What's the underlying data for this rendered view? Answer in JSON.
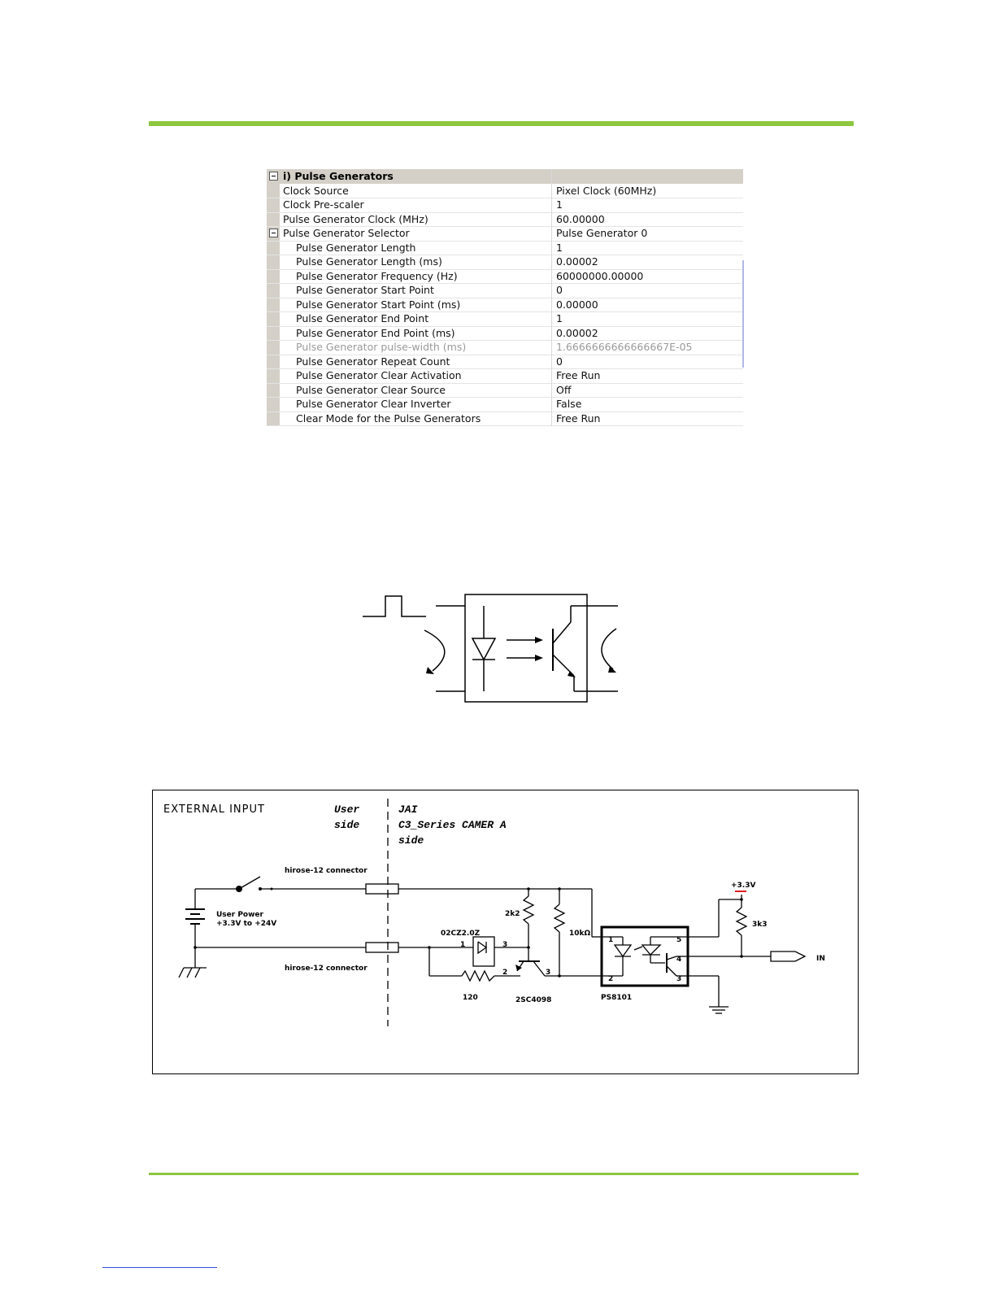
{
  "property_grid": {
    "header": "i) Pulse Generators",
    "rows": [
      {
        "name": "Clock Source",
        "value": "Pixel Clock (60MHz)"
      },
      {
        "name": "Clock Pre-scaler",
        "value": "1"
      },
      {
        "name": "Pulse Generator Clock (MHz)",
        "value": "60.00000"
      },
      {
        "name": "Pulse Generator Selector",
        "value": "Pulse Generator 0"
      },
      {
        "name": "Pulse Generator Length",
        "value": "1"
      },
      {
        "name": "Pulse Generator Length (ms)",
        "value": "0.00002"
      },
      {
        "name": "Pulse Generator Frequency (Hz)",
        "value": "60000000.00000"
      },
      {
        "name": "Pulse Generator Start Point",
        "value": "0"
      },
      {
        "name": "Pulse Generator Start Point (ms)",
        "value": "0.00000"
      },
      {
        "name": "Pulse Generator End Point",
        "value": "1"
      },
      {
        "name": "Pulse Generator End Point (ms)",
        "value": "0.00002"
      },
      {
        "name": "Pulse Generator pulse-width (ms)",
        "value": "1.6666666666666667E-05"
      },
      {
        "name": "Pulse Generator Repeat Count",
        "value": "0"
      },
      {
        "name": "Pulse Generator Clear Activation",
        "value": "Free Run"
      },
      {
        "name": "Pulse Generator Clear Source",
        "value": "Off"
      },
      {
        "name": "Pulse Generator Clear Inverter",
        "value": "False"
      },
      {
        "name": "Clear Mode for the Pulse Generators",
        "value": "Free Run"
      }
    ]
  },
  "schematic": {
    "title": "EXTERNAL INPUT",
    "user_side": [
      "User",
      "side"
    ],
    "camera_side": [
      "JAI",
      "C3_Series CAMER A",
      "side"
    ],
    "connector_top": "hirose-12 connector",
    "connector_bottom": "hirose-12 connector",
    "power_label": [
      "User Power",
      "+3.3V to +24V"
    ],
    "zener": "02CZ2.0Z",
    "zener_pin1": "1",
    "zener_pin3": "3",
    "transistor_pin2": "2",
    "transistor_pin3": "3",
    "r_2k2": "2k2",
    "r_10k": "10kΩ",
    "r_120": "120",
    "transistor": "2SC4098",
    "opto": "PS8101",
    "opto_pin1": "1",
    "opto_pin2": "2",
    "opto_pin3": "3",
    "opto_pin4": "4",
    "opto_pin5": "5",
    "vcc": "+3.3V",
    "r_3k3": "3k3",
    "output": "IN"
  }
}
